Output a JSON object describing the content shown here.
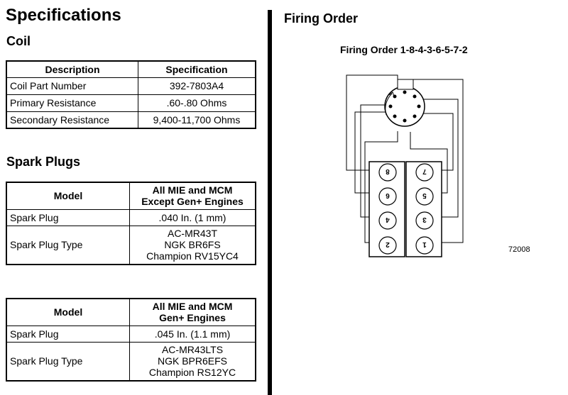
{
  "left": {
    "title": "Specifications",
    "coil": {
      "heading": "Coil",
      "headers": [
        "Description",
        "Specification"
      ],
      "rows": [
        [
          "Coil Part Number",
          "392-7803A4"
        ],
        [
          "Primary Resistance",
          ".60-.80 Ohms"
        ],
        [
          "Secondary Resistance",
          "9,400-11,700 Ohms"
        ]
      ]
    },
    "spark_plugs": {
      "heading": "Spark Plugs",
      "table1": {
        "header_model": "Model",
        "header_line1": "All MIE and MCM",
        "header_line2": "Except Gen+ Engines",
        "row1_label": "Spark Plug",
        "row1_value": ".040 In. (1 mm)",
        "row2_label": "Spark Plug Type",
        "row2_values": [
          "AC-MR43T",
          "NGK BR6FS",
          "Champion RV15YC4"
        ]
      },
      "table2": {
        "header_model": "Model",
        "header_line1": "All MIE and MCM",
        "header_line2": "Gen+ Engines",
        "row1_label": "Spark Plug",
        "row1_value": ".045 In. (1.1 mm)",
        "row2_label": "Spark Plug Type",
        "row2_values": [
          "AC-MR43LTS",
          "NGK BPR6EFS",
          "Champion RS12YC"
        ]
      }
    }
  },
  "right": {
    "heading": "Firing Order",
    "diagram_title": "Firing Order 1-8-4-3-6-5-7-2",
    "cylinders_left_bank": [
      "8",
      "6",
      "4",
      "2"
    ],
    "cylinders_right_bank": [
      "7",
      "5",
      "3",
      "1"
    ],
    "figure_number": "72008"
  }
}
